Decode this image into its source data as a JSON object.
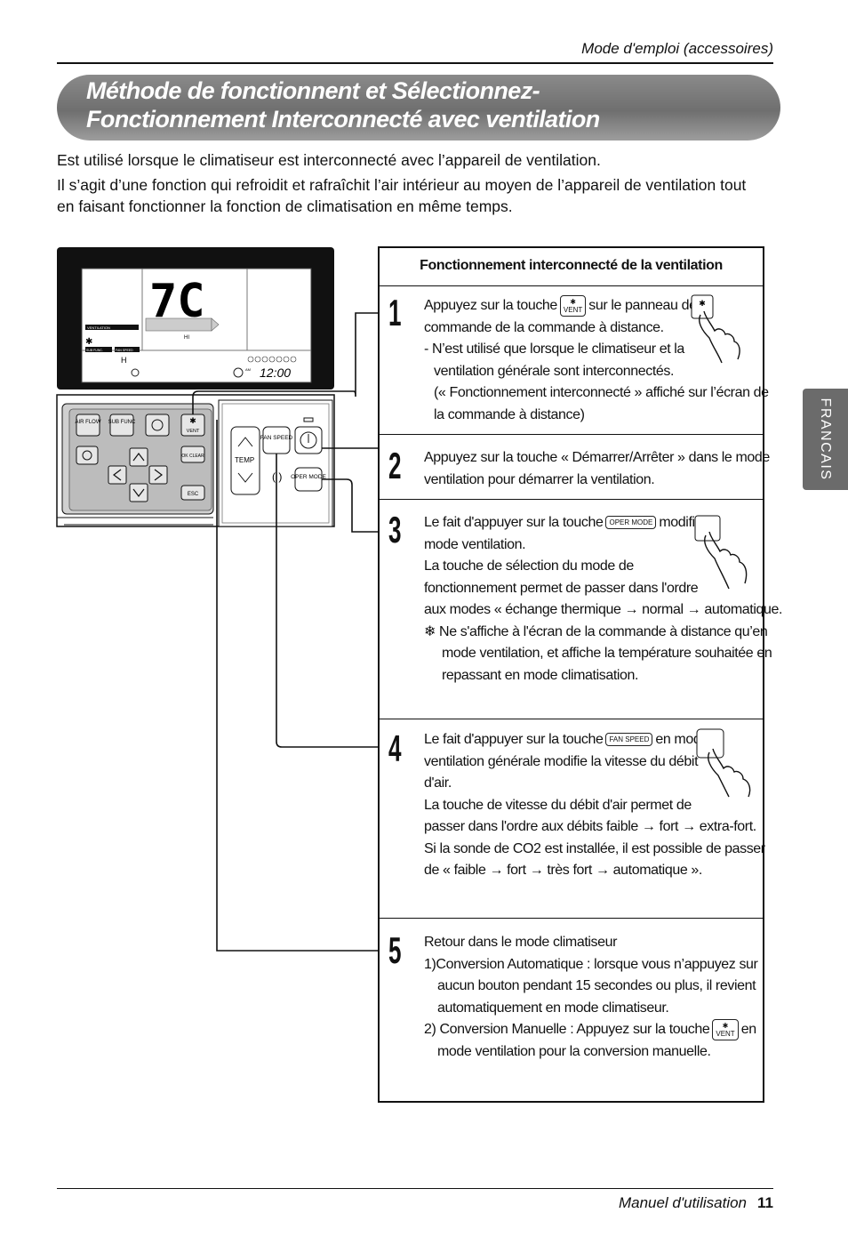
{
  "header": {
    "running_title": "Mode d'emploi (accessoires)"
  },
  "banner": {
    "line1": "Méthode de fonctionnent et Sélectionnez-",
    "line2": "Fonctionnement Interconnecté avec ventilation"
  },
  "intro": {
    "p1": "Est utilisé lorsque le climatiseur est interconnecté avec l’appareil de ventilation.",
    "p2a": "Il s’agit d’une fonction qui refroidit et rafraîchit l’air intérieur au moyen de l’appareil de ventilation tout",
    "p2b": "en faisant fonctionner la fonction de climatisation en même temps."
  },
  "side_tab": {
    "label": "FRANCAIS"
  },
  "remote": {
    "display": {
      "temp": "7C",
      "ventilation": "VENTILATION",
      "sub_func": "SUB FUNC.",
      "fan_speed": "FAN SPEED",
      "hi": "HI",
      "h": "H",
      "am": "AM",
      "clock": "12:00"
    },
    "buttons": {
      "air_flow": "AIR FLOW",
      "sub_func": "SUB FUNC",
      "vent": "VENT",
      "ok_clear": "OK CLEAR",
      "esc": "ESC",
      "temp": "TEMP",
      "fan_speed": "FAN SPEED",
      "oper_mode": "OPER MODE"
    }
  },
  "table": {
    "title": "Fonctionnement interconnecté de la ventilation",
    "steps": [
      {
        "num": "1",
        "lines": [
          {
            "a": "Appuyez sur la touche",
            "icon": "VENT",
            "b": "sur le panneau de"
          },
          "commande de la commande à distance.",
          "- N’est utilisé que lorsque le climatiseur et la",
          "ventilation générale sont interconnectés.",
          "(« Fonctionnement interconnecté » affiché sur l’écran de",
          "la commande à distance)"
        ]
      },
      {
        "num": "2",
        "lines": [
          "Appuyez sur la touche « Démarrer/Arrêter » dans le mode",
          "ventilation pour démarrer la ventilation."
        ]
      },
      {
        "num": "3",
        "lines": [
          {
            "a": "Le fait d'appuyer sur la touche",
            "icon": "OPER MODE",
            "b": "modifie le"
          },
          "mode ventilation.",
          "La touche de sélection du mode de",
          "fonctionnement permet de passer dans l'ordre",
          "aux modes « échange thermique → normal → automatique.",
          "❄ Ne s'affiche à l'écran de la commande à distance qu’en",
          "mode ventilation, et affiche la température souhaitée en",
          "repassant en mode climatisation."
        ]
      },
      {
        "num": "4",
        "lines": [
          {
            "a": "Le fait d'appuyer sur la touche",
            "icon": "FAN SPEED",
            "b": "en mode"
          },
          "ventilation générale modifie la vitesse du débit",
          "d'air.",
          "La touche de vitesse du débit d'air permet de",
          "passer dans l'ordre aux débits faible → fort → extra-fort.",
          "Si la sonde de CO2 est installée, il est possible de passer",
          "de « faible → fort → très fort → automatique »."
        ]
      },
      {
        "num": "5",
        "lines": [
          "Retour dans le mode climatiseur",
          "1)Conversion Automatique : lorsque vous n’appuyez sur",
          "aucun bouton pendant 15 secondes ou plus, il revient",
          "automatiquement en mode climatiseur.",
          {
            "a": "2) Conversion Manuelle : Appuyez sur la touche",
            "icon": "VENT",
            "b": "en"
          },
          "mode ventilation pour la conversion manuelle."
        ]
      }
    ]
  },
  "footer": {
    "title": "Manuel d'utilisation",
    "page": "11"
  }
}
